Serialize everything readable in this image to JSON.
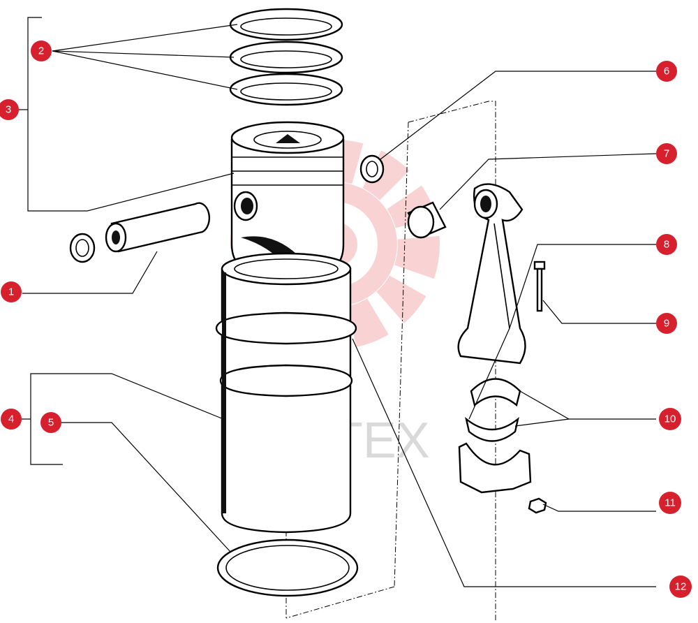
{
  "watermark": {
    "text": "ИНТЕХ",
    "color": "#e53a3a"
  },
  "callouts": [
    {
      "id": "c1",
      "label": "1"
    },
    {
      "id": "c2",
      "label": "2"
    },
    {
      "id": "c3",
      "label": "3"
    },
    {
      "id": "c4",
      "label": "4"
    },
    {
      "id": "c5",
      "label": "5"
    },
    {
      "id": "c6",
      "label": "6"
    },
    {
      "id": "c7",
      "label": "7"
    },
    {
      "id": "c8",
      "label": "8"
    },
    {
      "id": "c9",
      "label": "9"
    },
    {
      "id": "c10",
      "label": "10"
    },
    {
      "id": "c11",
      "label": "11"
    },
    {
      "id": "c12",
      "label": "12"
    }
  ],
  "colors": {
    "callout_fill": "#d6202e",
    "callout_text": "#ffffff",
    "line": "#000000"
  }
}
